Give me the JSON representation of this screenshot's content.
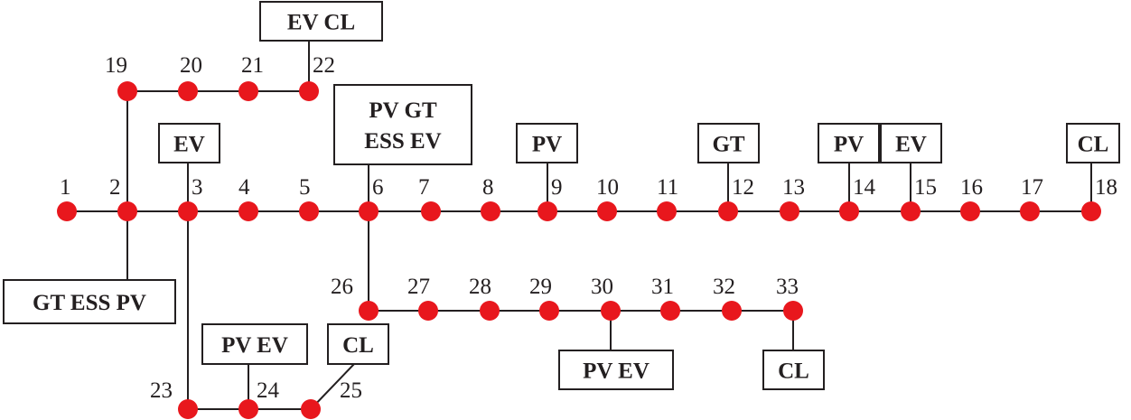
{
  "nodes": [
    "1",
    "2",
    "3",
    "4",
    "5",
    "6",
    "7",
    "8",
    "9",
    "10",
    "11",
    "12",
    "13",
    "14",
    "15",
    "16",
    "17",
    "18",
    "19",
    "20",
    "21",
    "22",
    "23",
    "24",
    "25",
    "26",
    "27",
    "28",
    "29",
    "30",
    "31",
    "32",
    "33"
  ],
  "branches": [
    [
      "1",
      "2"
    ],
    [
      "2",
      "3"
    ],
    [
      "3",
      "4"
    ],
    [
      "4",
      "5"
    ],
    [
      "5",
      "6"
    ],
    [
      "6",
      "7"
    ],
    [
      "7",
      "8"
    ],
    [
      "8",
      "9"
    ],
    [
      "9",
      "10"
    ],
    [
      "10",
      "11"
    ],
    [
      "11",
      "12"
    ],
    [
      "12",
      "13"
    ],
    [
      "13",
      "14"
    ],
    [
      "14",
      "15"
    ],
    [
      "15",
      "16"
    ],
    [
      "16",
      "17"
    ],
    [
      "17",
      "18"
    ],
    [
      "2",
      "19"
    ],
    [
      "19",
      "20"
    ],
    [
      "20",
      "21"
    ],
    [
      "21",
      "22"
    ],
    [
      "3",
      "23"
    ],
    [
      "23",
      "24"
    ],
    [
      "24",
      "25"
    ],
    [
      "6",
      "26"
    ],
    [
      "26",
      "27"
    ],
    [
      "27",
      "28"
    ],
    [
      "28",
      "29"
    ],
    [
      "29",
      "30"
    ],
    [
      "30",
      "31"
    ],
    [
      "31",
      "32"
    ],
    [
      "32",
      "33"
    ]
  ],
  "attachments": [
    {
      "node": "22",
      "lines": [
        "EV  CL"
      ]
    },
    {
      "node": "3",
      "lines": [
        "EV"
      ]
    },
    {
      "node": "6",
      "lines": [
        "PV   GT",
        "ESS  EV"
      ]
    },
    {
      "node": "9",
      "lines": [
        "PV"
      ]
    },
    {
      "node": "12",
      "lines": [
        "GT"
      ]
    },
    {
      "node": "14",
      "lines": [
        "PV"
      ]
    },
    {
      "node": "15",
      "lines": [
        "EV"
      ]
    },
    {
      "node": "18",
      "lines": [
        "CL"
      ]
    },
    {
      "node": "2",
      "lines": [
        "GT  ESS  PV"
      ]
    },
    {
      "node": "24",
      "lines": [
        "PV EV"
      ]
    },
    {
      "node": "25",
      "lines": [
        "CL"
      ]
    },
    {
      "node": "30",
      "lines": [
        "PV  EV"
      ]
    },
    {
      "node": "33",
      "lines": [
        "CL"
      ]
    }
  ],
  "colors": {
    "node": "#e8171d",
    "line": "#231f20",
    "text": "#231f20"
  }
}
